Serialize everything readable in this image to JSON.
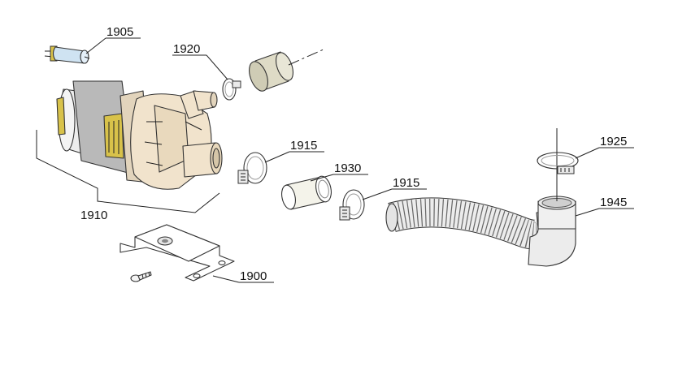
{
  "callouts": {
    "capacitor": "1905",
    "pump_motor": "1910",
    "small_clamp": "1920",
    "clamp_left": "1915",
    "connector_tube": "1930",
    "clamp_right": "1915",
    "hose_clamp": "1925",
    "drain_hose": "1945",
    "mounting_bracket": "1900"
  },
  "colors": {
    "pump_housing": "#f1e3cc",
    "motor_band": "#b9b9b9",
    "winding": "#d8c24a",
    "capacitor": "#cfe3f2",
    "tube": "#dedbc6",
    "hose": "#ececec",
    "outline": "#333333"
  }
}
